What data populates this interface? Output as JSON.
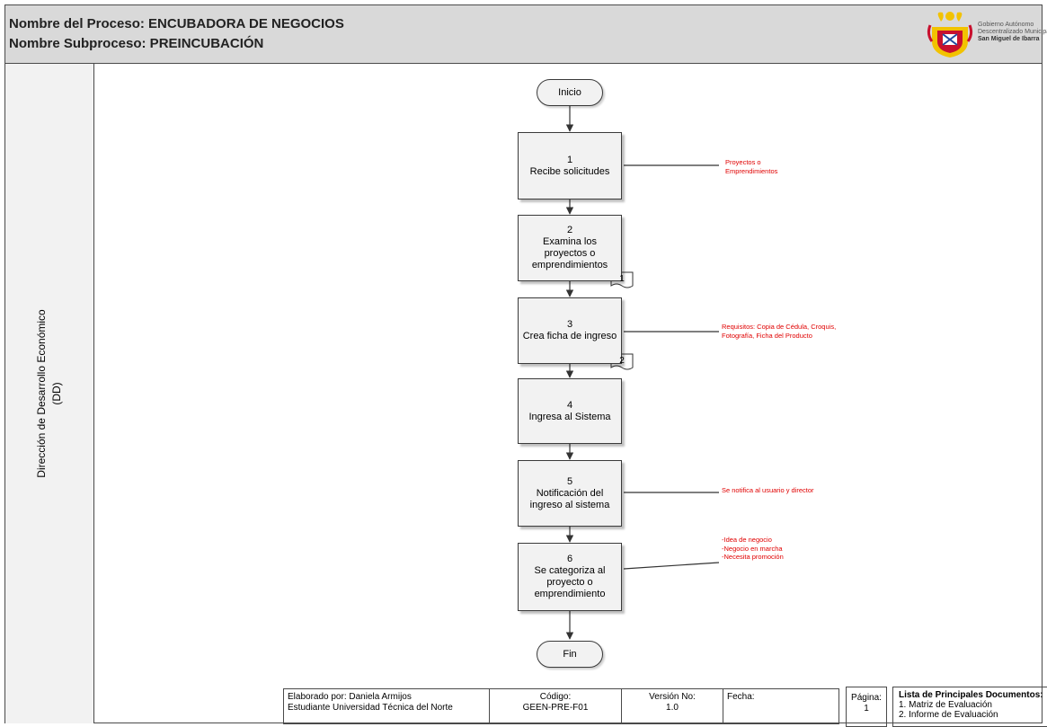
{
  "header": {
    "process_title": "Nombre del Proceso: ENCUBADORA DE NEGOCIOS",
    "subprocess_title": "Nombre Subproceso: PREINCUBACIÓN",
    "gov_line1": "Gobierno Autónomo",
    "gov_line2": "Descentralizado Municipal",
    "gov_line3": "San Miguel de Ibarra"
  },
  "lane": {
    "line1": "Dirección de Desarrollo Económico",
    "line2": "(DD)"
  },
  "flow": {
    "start": "Inicio",
    "end": "Fin",
    "steps": [
      {
        "num": "1",
        "text": "Recibe solicitudes"
      },
      {
        "num": "2",
        "text": "Examina los proyectos o emprendimientos",
        "doc": "1"
      },
      {
        "num": "3",
        "text": "Crea ficha de ingreso",
        "doc": "2"
      },
      {
        "num": "4",
        "text": "Ingresa al Sistema"
      },
      {
        "num": "5",
        "text": "Notificación del ingreso al sistema"
      },
      {
        "num": "6",
        "text": "Se categoriza al proyecto o emprendimiento"
      }
    ],
    "notes": {
      "n1a": "Proyectos o",
      "n1b": "Emprendimientos",
      "n3a": "Requisitos: Copia de Cédula, Croquis,",
      "n3b": "Fotografía, Ficha del Producto",
      "n5": "Se notifica al usuario y director",
      "n6a": "-Idea de negocio",
      "n6b": "-Negocio en marcha",
      "n6c": "-Necesita promoción"
    }
  },
  "footer": {
    "elaborado": "Elaborado por: Daniela Armijos",
    "estudiante": "Estudiante Universidad Técnica del Norte",
    "codigo_label": "Código:",
    "codigo_value": "GEEN-PRE-F01",
    "version_label": "Versión No:",
    "version_value": "1.0",
    "fecha_label": "Fecha:",
    "pagina_label": "Página:",
    "pagina_value": "1",
    "docs_title": "Lista de Principales Documentos:",
    "doc1": "1. Matriz de Evaluación",
    "doc2": "2. Informe de Evaluación"
  }
}
